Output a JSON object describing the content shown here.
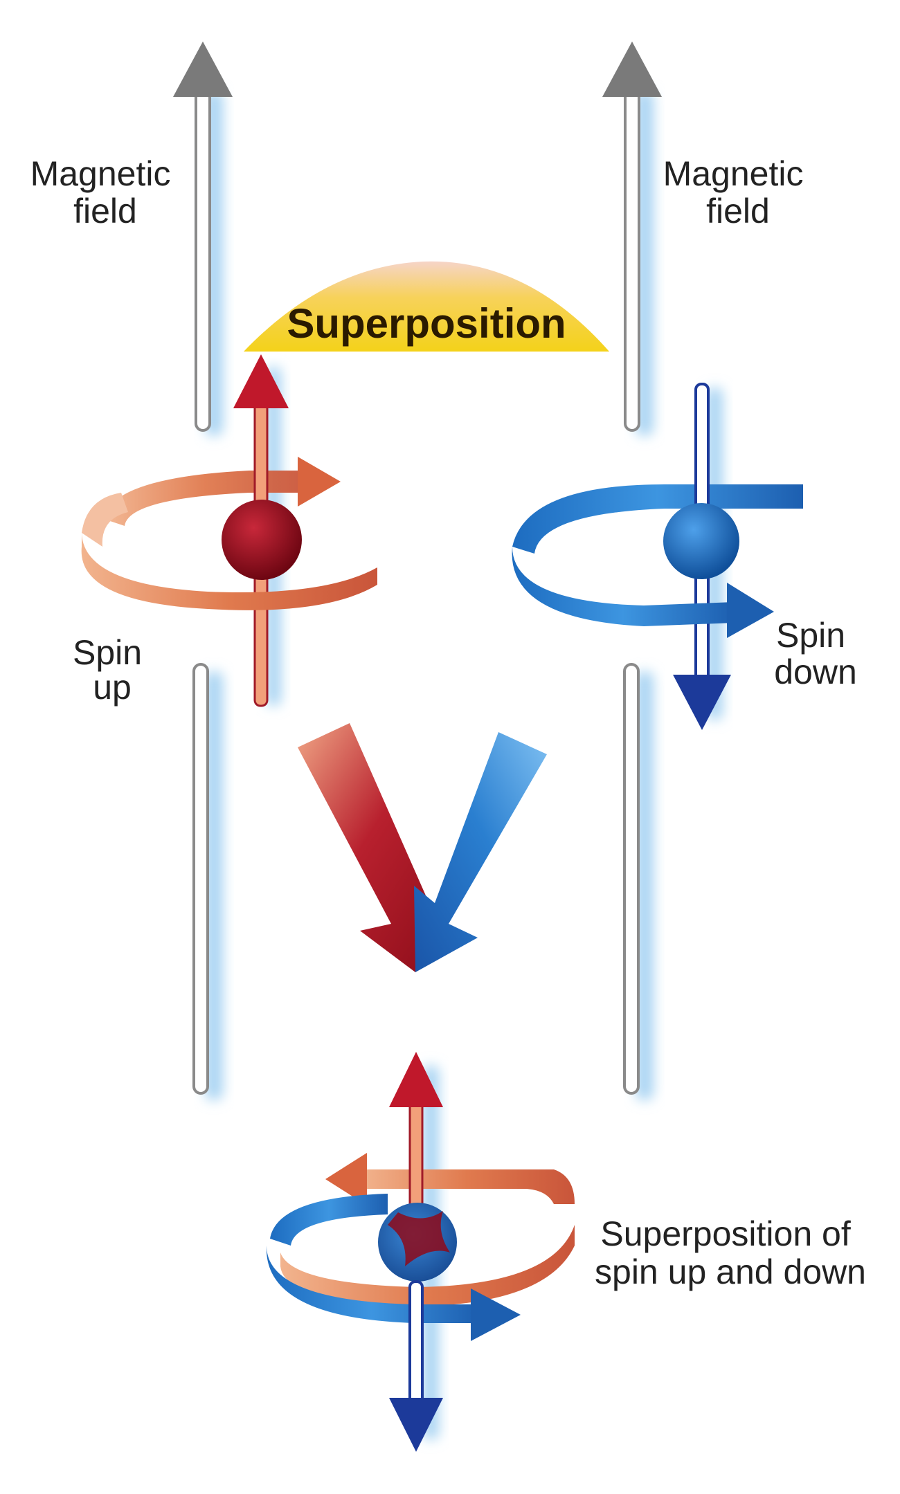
{
  "labels": {
    "magnetic_left": [
      "Magnetic",
      "field"
    ],
    "magnetic_right": [
      "Magnetic",
      "field"
    ],
    "superposition_banner": "Superposition",
    "spin_up": [
      "Spin",
      "up"
    ],
    "spin_down": [
      "Spin",
      "down"
    ],
    "superposition_caption": [
      "Superposition of",
      "spin up and down"
    ]
  },
  "colors": {
    "field_arrow": "#7a7a7a",
    "field_glow": "#a9d4f3",
    "spin_up_particle": "#8e0a1a",
    "spin_up_ring": "#e98b5f",
    "spin_up_arrow": "#c0182b",
    "spin_down_particle": "#1c6fc0",
    "spin_down_ring": "#2a78c8",
    "spin_down_arrow": "#1c3a9a",
    "banner": "#f4d21a"
  }
}
